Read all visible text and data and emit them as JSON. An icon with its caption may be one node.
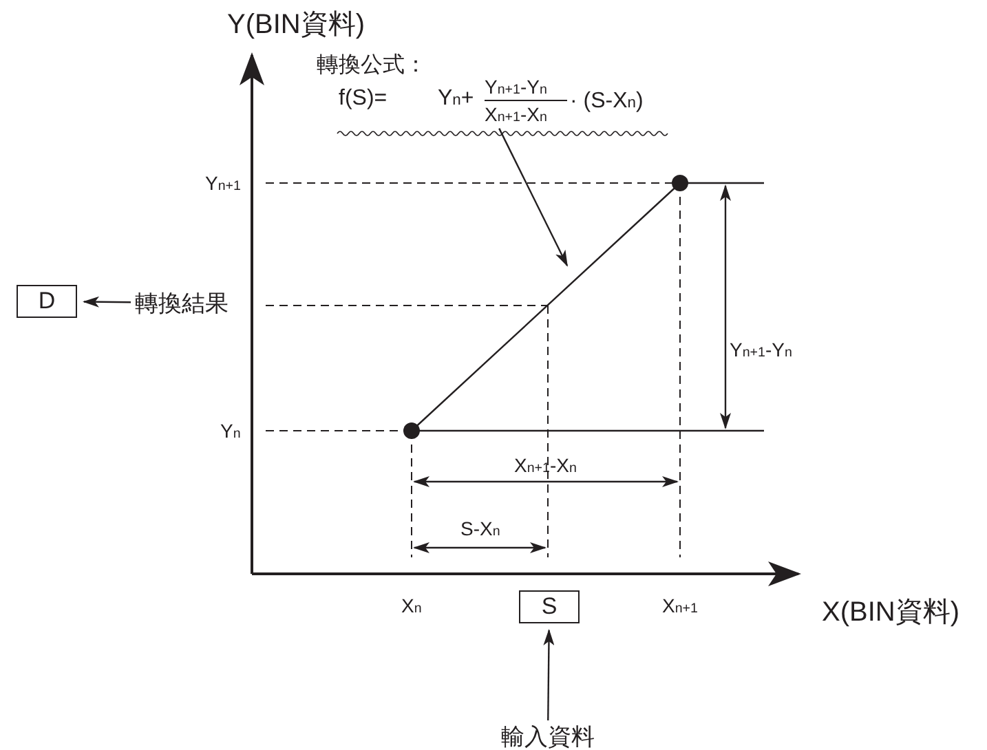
{
  "diagram": {
    "nodes": [
      {
        "text": [
          "D"
        ]
      },
      {
        "text": [
          "轉換結果"
        ]
      },
      {
        "text": [
          "S"
        ]
      },
      {
        "text": [
          "輸入資料"
        ]
      },
      {
        "text": [
          "轉換公式：",
          "f(S)=",
          "Y$_{n}$+",
          "Y$_{n+1}$-Y$_{n}$",
          "X$_{n+1}$-X$_{n}$",
          "· (S-X$_{n}$)"
        ]
      }
    ],
    "edges": [
      {
        "from": 1,
        "to": 0,
        "arrow": "to"
      },
      {
        "from": 3,
        "to": 2,
        "arrow": "to"
      },
      {
        "from": 4,
        "to": null,
        "arrow": "to"
      }
    ],
    "labels": [
      "Y(BIN資料)",
      "Y$_{n+1}$",
      "Y$_{n+1}$-Y$_{n}$",
      "Y$_{n}$",
      "X$_{n+1}$-X$_{n}$",
      "S-X$_{n}$",
      "X$_{n}$",
      "X$_{n+1}$",
      "X(BIN資料)"
    ]
  }
}
